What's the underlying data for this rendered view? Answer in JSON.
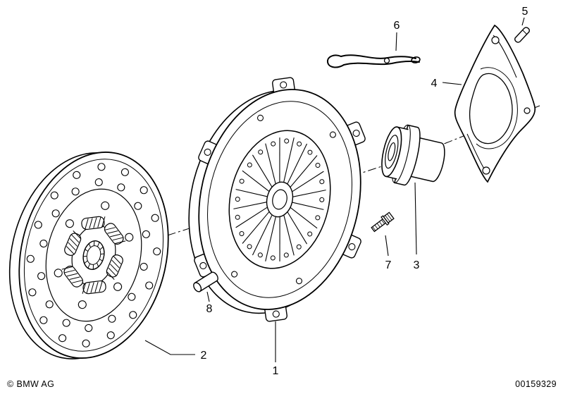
{
  "page": {
    "paper": "#ffffff",
    "ink": "#000000"
  },
  "callouts": {
    "c1": "1",
    "c2": "2",
    "c3": "3",
    "c4": "4",
    "c5": "5",
    "c6": "6",
    "c7": "7",
    "c8": "8"
  },
  "footer": {
    "copyright": "© BMW AG",
    "document_number": "00159329"
  }
}
